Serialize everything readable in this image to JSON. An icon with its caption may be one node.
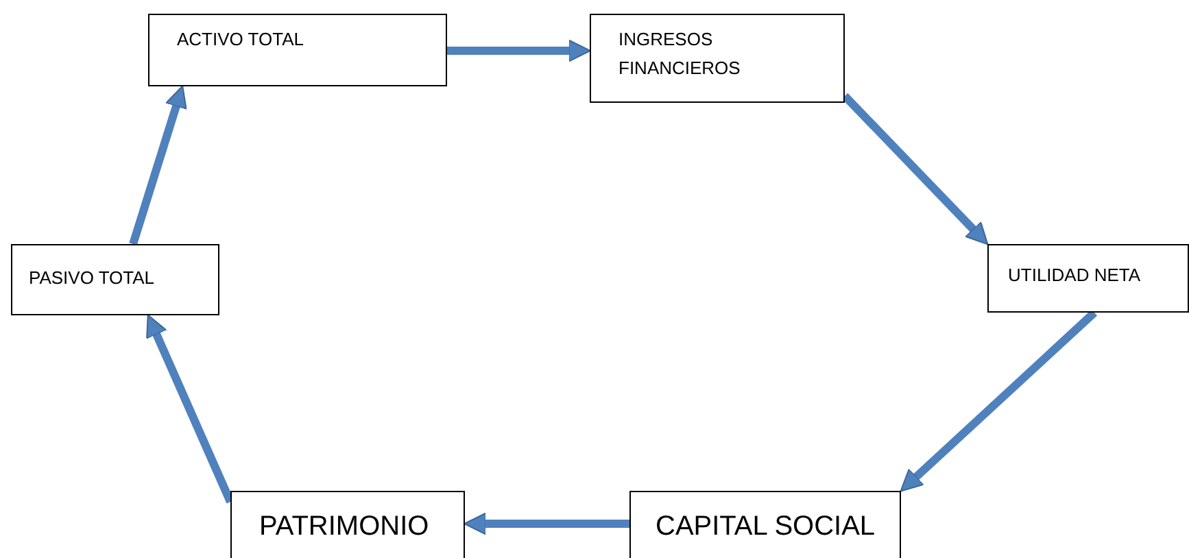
{
  "diagram": {
    "nodes": [
      {
        "text": [
          "ACTIVO TOTAL"
        ]
      },
      {
        "text": [
          "INGRESOS FINANCIEROS"
        ]
      },
      {
        "text": [
          "UTILIDAD NETA"
        ]
      },
      {
        "text": [
          "CAPITAL SOCIAL"
        ]
      },
      {
        "text": [
          "PATRIMONIO"
        ]
      },
      {
        "text": [
          "PASIVO TOTAL"
        ]
      }
    ],
    "edges": [
      {
        "from": 0,
        "to": 1,
        "arrow": "to"
      },
      {
        "from": 1,
        "to": 2,
        "arrow": "to"
      },
      {
        "from": 2,
        "to": 3,
        "arrow": "to"
      },
      {
        "from": 3,
        "to": 4,
        "arrow": "to"
      },
      {
        "from": 4,
        "to": 5,
        "arrow": "to"
      },
      {
        "from": 5,
        "to": 0,
        "arrow": "to"
      }
    ]
  }
}
